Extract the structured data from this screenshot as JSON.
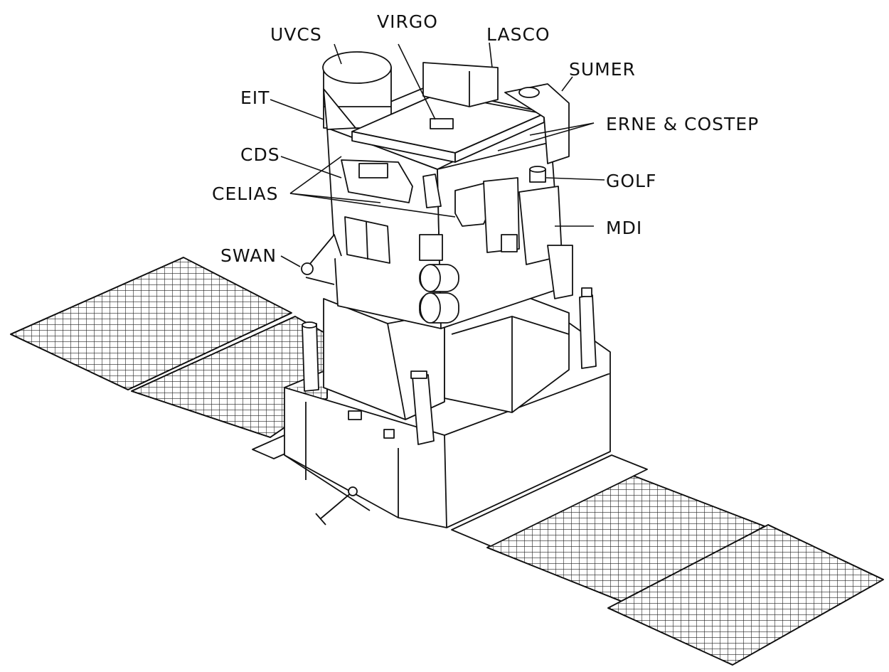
{
  "labels": {
    "uvcs": "UVCS",
    "virgo": "VIRGO",
    "lasco": "LASCO",
    "sumer": "SUMER",
    "eit": "EIT",
    "erne_costep": "ERNE & COSTEP",
    "cds": "CDS",
    "golf": "GOLF",
    "celias": "CELIAS",
    "mdi": "MDI",
    "swan": "SWAN"
  },
  "colors": {
    "line": "#111111",
    "background": "#ffffff"
  }
}
